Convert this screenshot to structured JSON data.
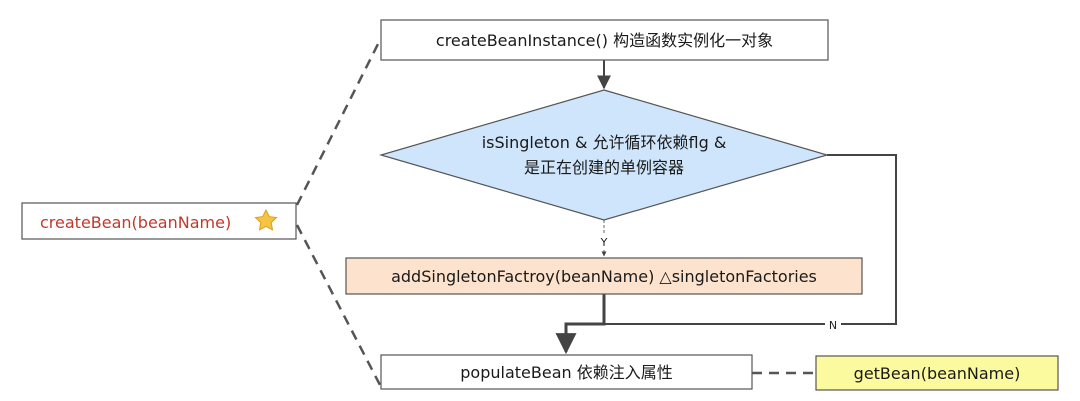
{
  "nodes": {
    "create_bean_instance": "createBeanInstance() 构造函数实例化一对象",
    "decision_line1": "isSingleton & 允许循环依赖flg &",
    "decision_line2": "是正在创建的单例容器",
    "add_singleton_factory": "addSingletonFactroy(beanName) △singletonFactories",
    "populate_bean": "populateBean 依赖注入属性",
    "create_bean": "createBean(beanName)",
    "get_bean": "getBean(beanName)"
  },
  "edges": {
    "yes_label": "Y",
    "no_label": "N"
  },
  "colors": {
    "decision_fill": "#cfe5fb",
    "factory_fill": "#fde3cd",
    "get_bean_fill": "#fbfa9e",
    "create_bean_text": "#c0392b",
    "star": "#f6c343"
  },
  "icons": {
    "star": "star-icon"
  }
}
